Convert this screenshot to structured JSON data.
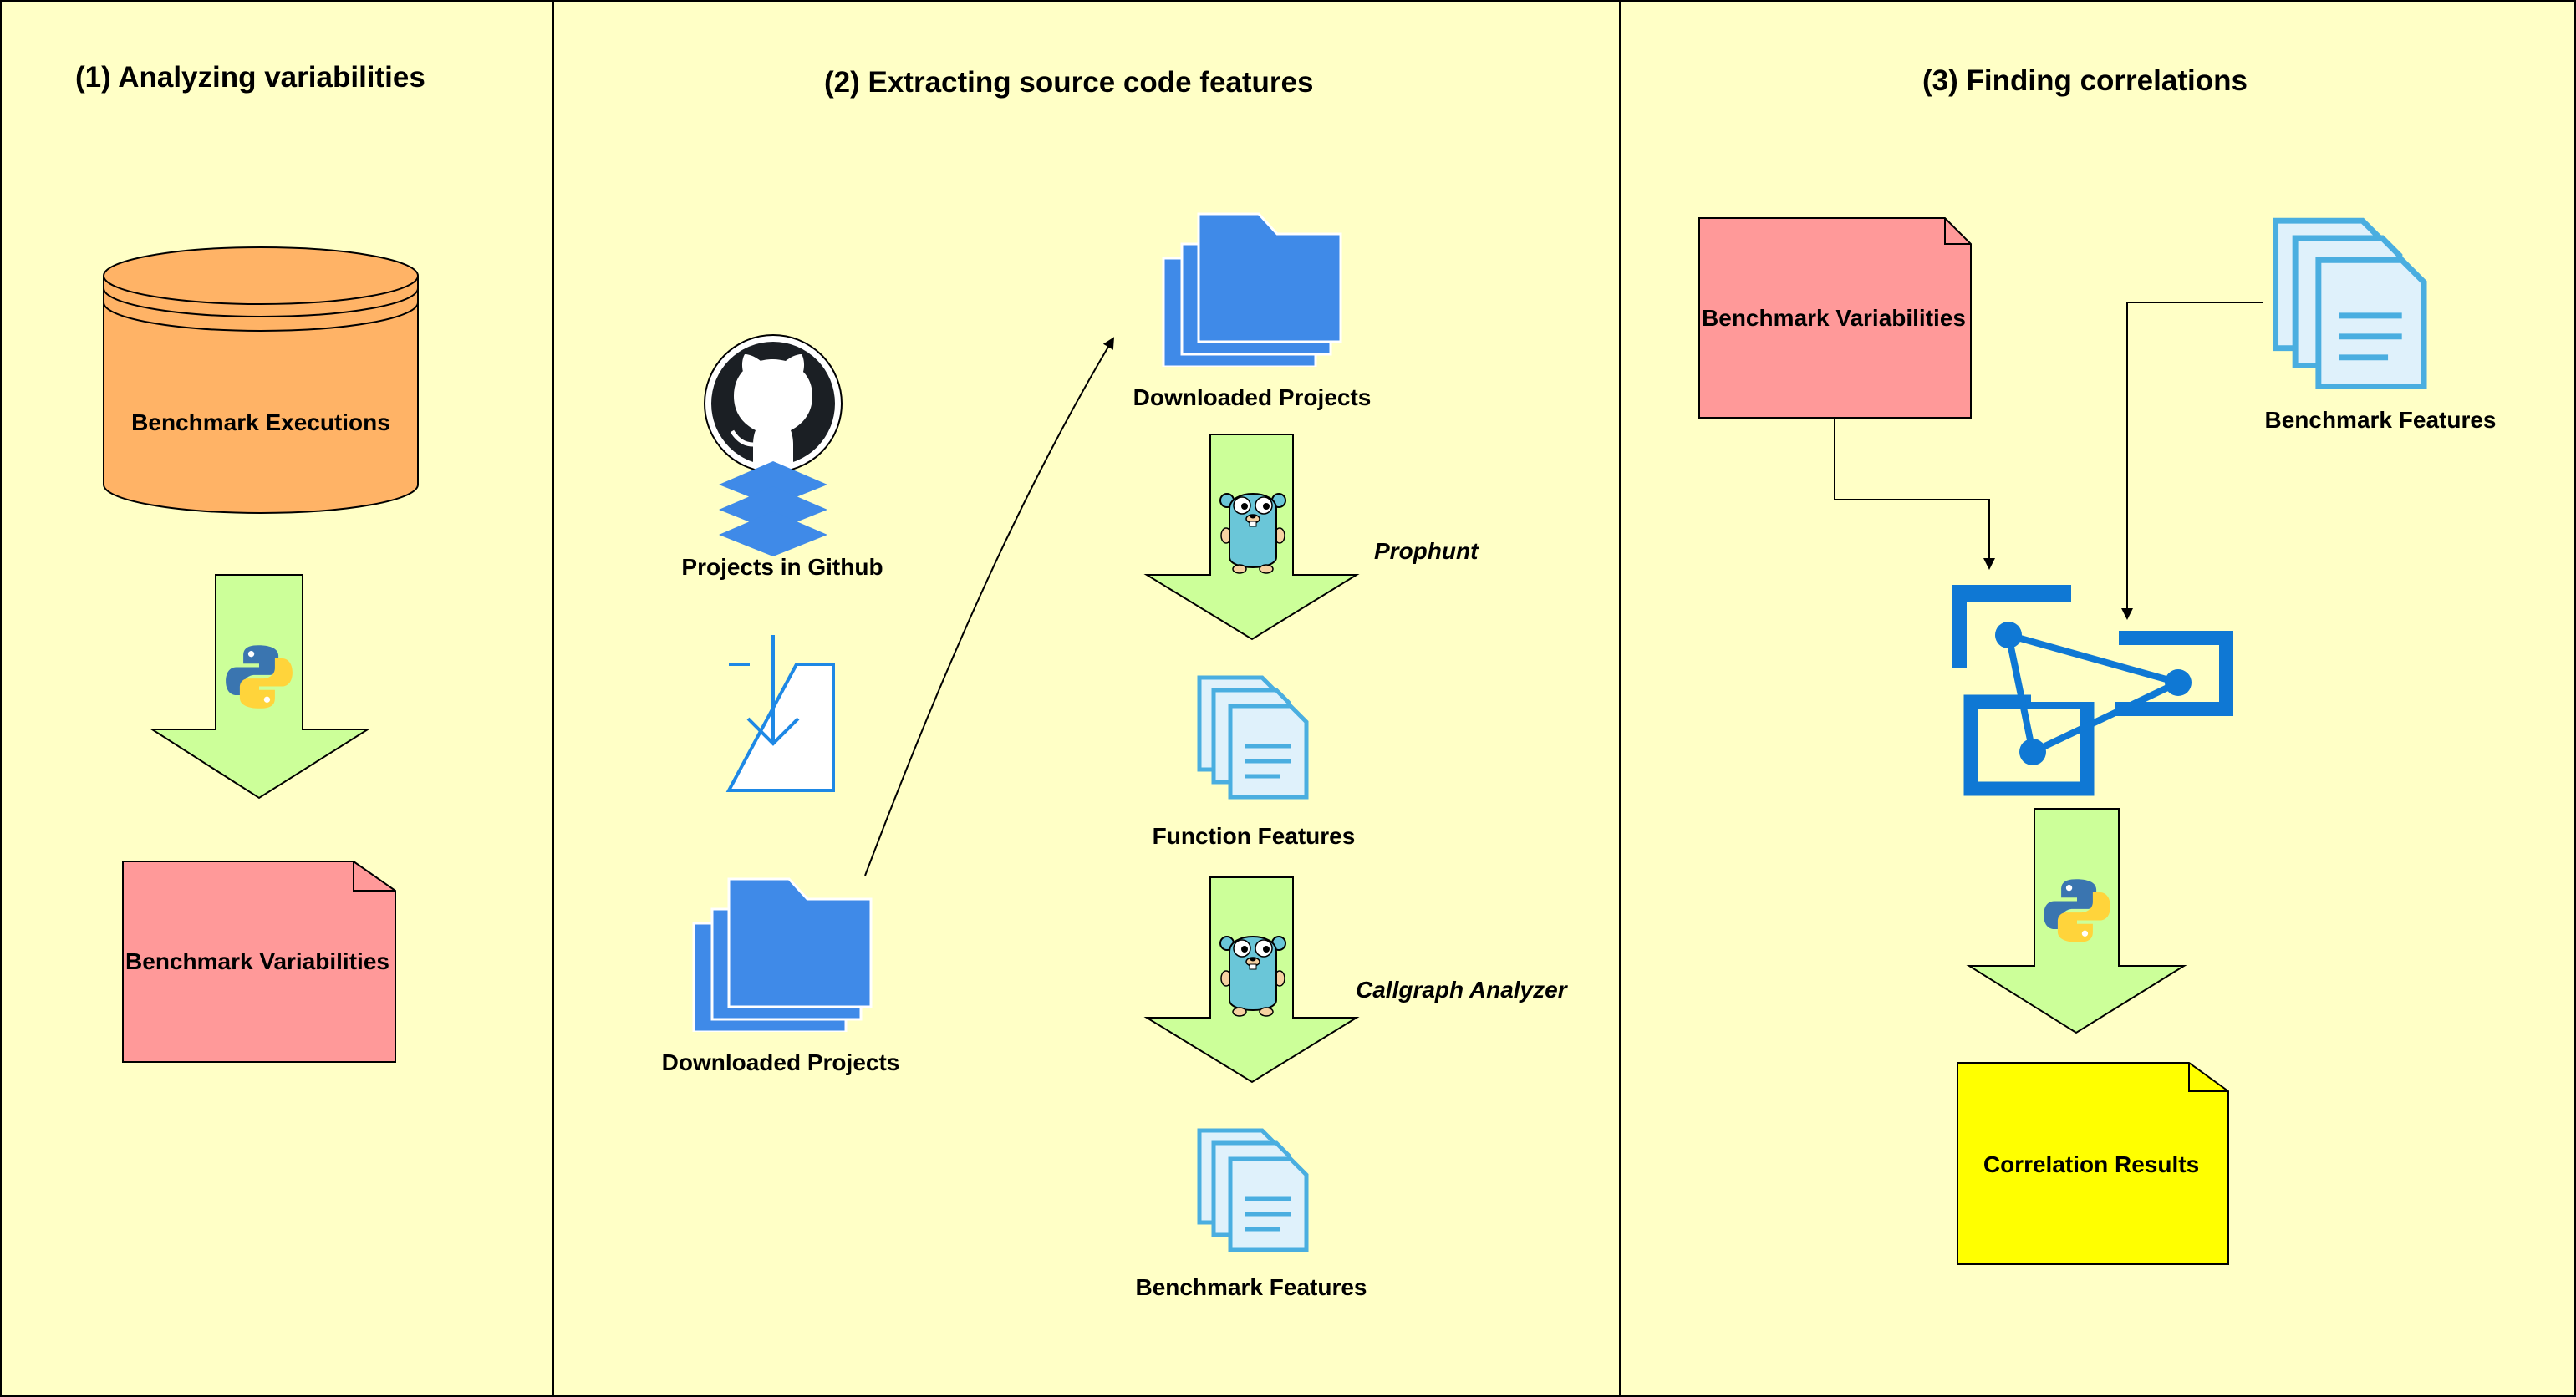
{
  "colors": {
    "background": "#ffffc6",
    "db_fill": "#ffb366",
    "note_fill": "#ff9999",
    "result_fill": "#ffff00",
    "arrow_fill": "#ccff99",
    "folder_blue": "#3f8ae8",
    "doc_blue": "#4aaee0",
    "azure_blue": "#0f78d4",
    "gopher": "#6ac6d8"
  },
  "sections": [
    {
      "title": "(1)  Analyzing variabilities"
    },
    {
      "title": "(2)  Extracting source code features"
    },
    {
      "title": "(3)  Finding correlations"
    }
  ],
  "panel1": {
    "database_label": "Benchmark Executions",
    "arrow_icon": "python-icon",
    "result_label": "Benchmark Variabilities"
  },
  "panel2": {
    "github_label": "Projects in Github",
    "download_icon": "download-icon",
    "downloaded_label_bottom": "Downloaded Projects",
    "downloaded_label_top": "Downloaded Projects",
    "step1_tool": "Prophunt",
    "step1_output": "Function Features",
    "step2_tool": "Callgraph Analyzer",
    "step2_output": "Benchmark Features"
  },
  "panel3": {
    "variabilities_label": "Benchmark Variabilities",
    "features_label": "Benchmark Features",
    "correlation_icon": "azure-connection-icon",
    "arrow_icon": "python-icon",
    "result_label": "Correlation Results"
  }
}
